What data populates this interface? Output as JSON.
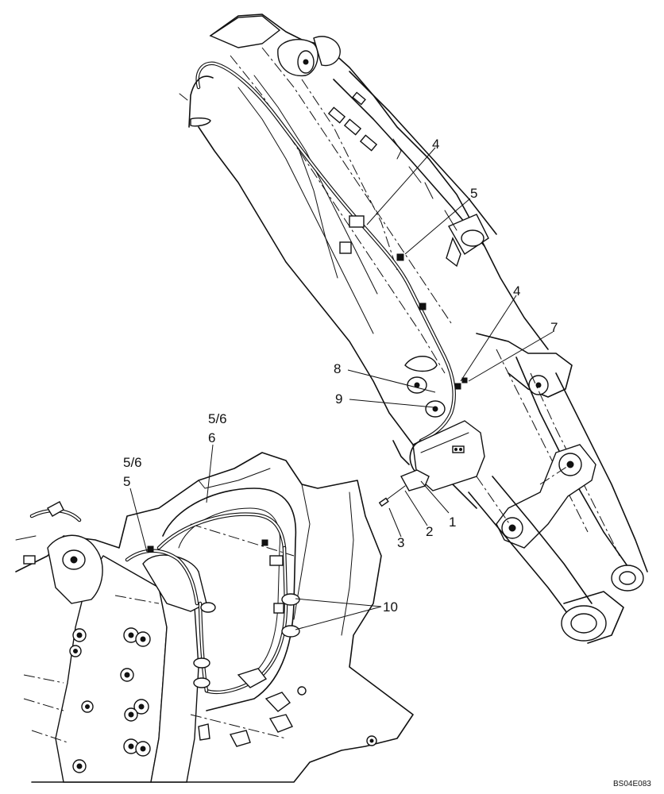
{
  "figure": {
    "drawing_code": "BS04E083"
  },
  "callouts": [
    {
      "id": "c1",
      "label": "1"
    },
    {
      "id": "c2",
      "label": "2"
    },
    {
      "id": "c3",
      "label": "3"
    },
    {
      "id": "c4a",
      "label": "4"
    },
    {
      "id": "c4b",
      "label": "4"
    },
    {
      "id": "c5a",
      "label": "5"
    },
    {
      "id": "c5b",
      "label": "5"
    },
    {
      "id": "c56a",
      "label": "5/6"
    },
    {
      "id": "c56b",
      "label": "5/6"
    },
    {
      "id": "c6",
      "label": "6"
    },
    {
      "id": "c7",
      "label": "7"
    },
    {
      "id": "c8",
      "label": "8"
    },
    {
      "id": "c9",
      "label": "9"
    },
    {
      "id": "c10",
      "label": "10"
    }
  ]
}
